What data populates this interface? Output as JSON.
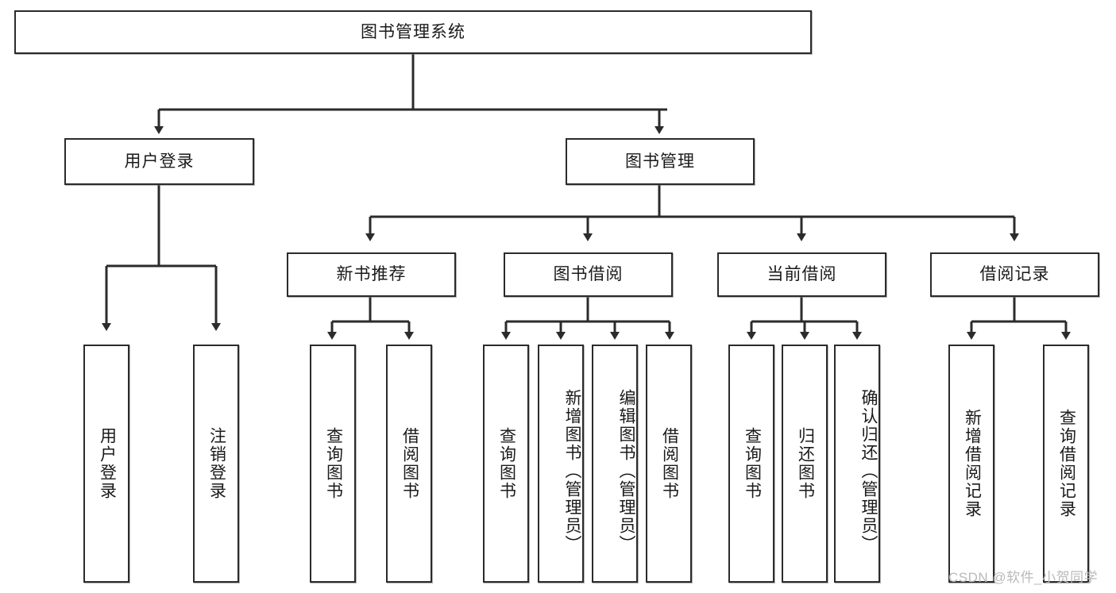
{
  "diagram": {
    "title": "图书管理系统",
    "type": "tree-hierarchy-diagram",
    "watermark": "CSDN @软件_小贺同学",
    "colors": {
      "box_border": "#2b2b2b",
      "box_fill": "#ffffff",
      "connector": "#2b2b2b",
      "text": "#1a1a1a",
      "watermark": "#b9b9b9"
    },
    "root": {
      "label": "图书管理系统"
    },
    "level2": [
      {
        "label": "用户登录"
      },
      {
        "label": "图书管理"
      }
    ],
    "level3": [
      {
        "label": "新书推荐"
      },
      {
        "label": "图书借阅"
      },
      {
        "label": "当前借阅"
      },
      {
        "label": "借阅记录"
      }
    ],
    "leaves": {
      "user_login": [
        {
          "label": "用户登录"
        },
        {
          "label": "注销登录"
        }
      ],
      "new_book_recommend": [
        {
          "label": "查询图书"
        },
        {
          "label": "借阅图书"
        }
      ],
      "book_borrow": [
        {
          "label": "查询图书"
        },
        {
          "label": "新增图书（管理员）"
        },
        {
          "label": "编辑图书（管理员）"
        },
        {
          "label": "借阅图书"
        }
      ],
      "current_borrow": [
        {
          "label": "查询图书"
        },
        {
          "label": "归还图书"
        },
        {
          "label": "确认归还（管理员）"
        }
      ],
      "borrow_record": [
        {
          "label": "新增借阅记录"
        },
        {
          "label": "查询借阅记录"
        }
      ]
    }
  }
}
